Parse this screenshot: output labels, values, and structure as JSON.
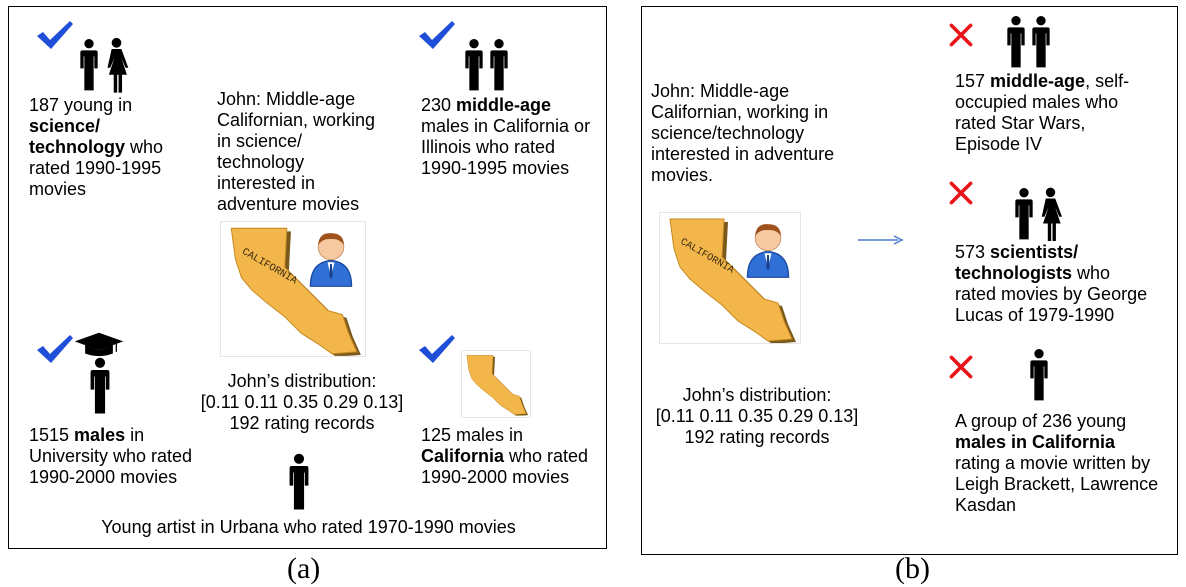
{
  "panel_a": {
    "caption": "(a)",
    "john_description": "John: Middle-age Californian, working in science/ technology interested in adventure movies",
    "john_distribution": [
      "John’s distribution:",
      "[0.11 0.11 0.35 0.29 0.13]",
      "192 rating records"
    ],
    "group_young_science": {
      "prefix": "187 young in ",
      "bold": "science/ technology",
      "suffix": " who rated 1990-1995 movies",
      "status": "check"
    },
    "group_middle_age": {
      "prefix": "230 ",
      "bold": "middle-age",
      "suffix": " males in California or Illinois who rated 1990-1995 movies",
      "status": "check"
    },
    "group_university": {
      "prefix": "1515 ",
      "bold": "males",
      "suffix": " in University who rated 1990-2000 movies",
      "status": "check"
    },
    "group_california": {
      "prefix": "125 males in ",
      "bold": "California",
      "suffix": " who rated 1990-2000 movies",
      "status": "check"
    },
    "group_artist": {
      "text": "Young artist in Urbana who rated 1970-1990 movies"
    },
    "map_label": "CALIFORNIA"
  },
  "panel_b": {
    "caption": "(b)",
    "john_description": "John: Middle-age Californian, working in science/technology interested in adventure movies.",
    "john_distribution": [
      "John’s distribution:",
      "[0.11 0.11 0.35 0.29 0.13]",
      "192 rating records"
    ],
    "group_self_occupied": {
      "prefix": "157 ",
      "bold": "middle-age",
      "suffix": ", self-occupied males who rated Star Wars, Episode IV",
      "status": "cross"
    },
    "group_scientists": {
      "prefix": "573 ",
      "bold": "scientists/ technologists",
      "suffix": " who rated movies by George Lucas of 1979-1990",
      "status": "cross"
    },
    "group_young_males": {
      "prefix": "A group of 236 young ",
      "bold": "males in California",
      "suffix": " rating a movie written by Leigh Brackett, Lawrence Kasdan",
      "status": "cross"
    },
    "map_label": "CALIFORNIA"
  },
  "colors": {
    "check": "#1f4fd8",
    "cross": "#e8141a",
    "map": "#f2b64a",
    "arrow": "#4a7bd0"
  }
}
